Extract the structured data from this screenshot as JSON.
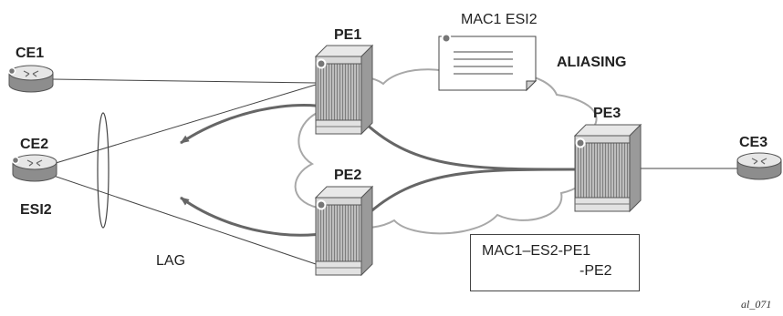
{
  "nodes": {
    "ce1": "CE1",
    "ce2": "CE2",
    "ce3": "CE3",
    "pe1": "PE1",
    "pe2": "PE2",
    "pe3": "PE3",
    "esi": "ESI2",
    "lag": "LAG"
  },
  "mac_message": "MAC1 ESI2",
  "aliasing_label": "ALIASING",
  "mac_table": {
    "line1": "MAC1–ES2-PE1",
    "line2": "-PE2"
  },
  "figure_id": "al_071",
  "colors": {
    "path": "#666666",
    "cloud": "#a8a8a8",
    "router_top": "#e6e6e6",
    "router_side": "#9a9a9a",
    "port": "#707070"
  }
}
